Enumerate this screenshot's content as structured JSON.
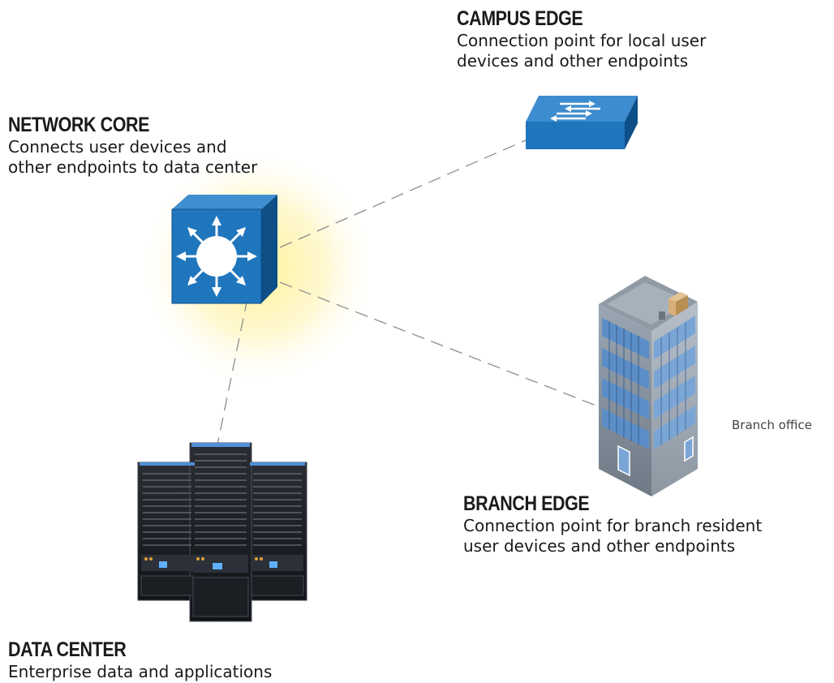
{
  "nodes": {
    "campus_edge": {
      "title": "CAMPUS EDGE",
      "desc_line1": "Connection point for local user",
      "desc_line2": "devices and other endpoints"
    },
    "network_core": {
      "title": "NETWORK CORE",
      "desc_line1": "Connects user devices and",
      "desc_line2": "other endpoints to data center"
    },
    "branch_edge": {
      "title": "BRANCH EDGE",
      "desc_line1": "Connection point for branch resident",
      "desc_line2": "user devices and other endpoints"
    },
    "data_center": {
      "title": "DATA CENTER",
      "desc_line1": "Enterprise data and applications"
    }
  },
  "branch_office_label": "Branch office",
  "colors": {
    "device_blue": "#1a73b8",
    "device_blue_dark": "#0d4f86",
    "glow": "#fff2a6",
    "link_line": "#8a8a8a",
    "building_glass": "#5d8fc8",
    "building_wall": "#8c97a3"
  },
  "icons": {
    "core": "multilayer-switch-icon",
    "campus": "workgroup-switch-icon",
    "branch": "office-building-icon",
    "datacenter": "server-rack-icon"
  }
}
